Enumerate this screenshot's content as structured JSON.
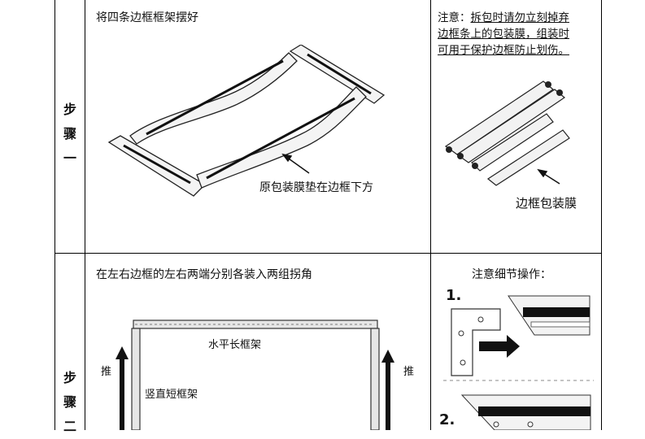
{
  "step1": {
    "label_chars": [
      "步",
      "骤",
      "一"
    ],
    "instruction": "将四条边框框架摆好",
    "callout_pad": "原包装膜垫在边框下方",
    "note_prefix": "注意：",
    "note_line1": "拆包时请勿立刻掉弃",
    "note_line2": "边框条上的包装膜，组装时",
    "note_line3": "可用于保护边框防止划伤。",
    "callout_film": "边框包装膜"
  },
  "step2": {
    "label_chars": [
      "步",
      "骤",
      "二"
    ],
    "instruction": "在左右边框的左右两端分别各装入两组拐角",
    "detail_title": "注意细节操作：",
    "detail_num1": "1.",
    "detail_num2": "2.",
    "label_horizontal": "水平长框架",
    "label_vertical": "竖直短框架",
    "push_left": "推",
    "push_right": "推"
  }
}
